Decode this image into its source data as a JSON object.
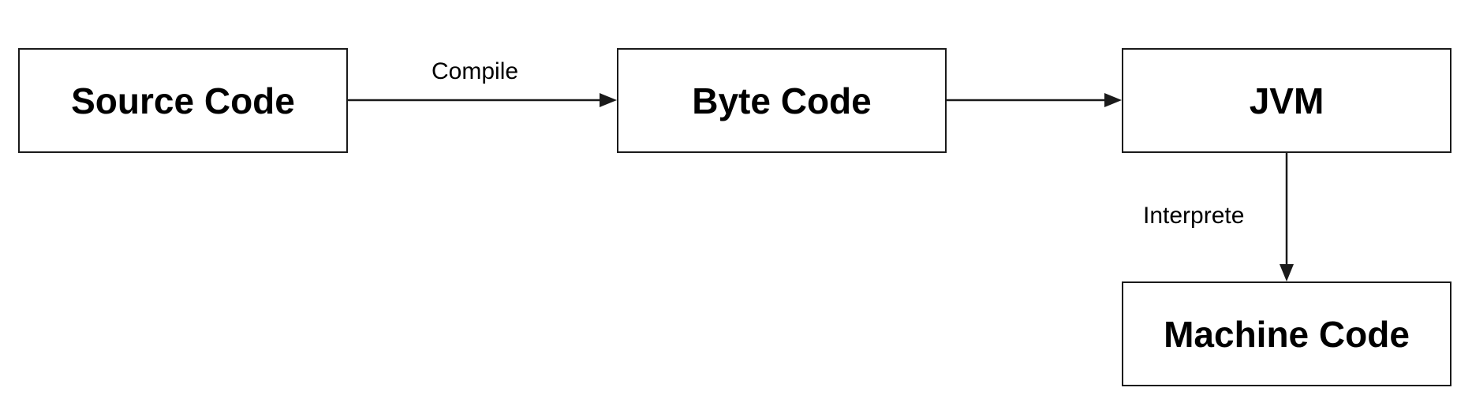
{
  "diagram": {
    "nodes": {
      "source": "Source Code",
      "byte": "Byte Code",
      "jvm": "JVM",
      "machine": "Machine Code"
    },
    "edges": {
      "source_to_byte": "Compile",
      "jvm_to_machine": "Interprete"
    }
  },
  "colors": {
    "stroke": "#1a1a1a",
    "background": "#ffffff",
    "text": "#000000"
  }
}
